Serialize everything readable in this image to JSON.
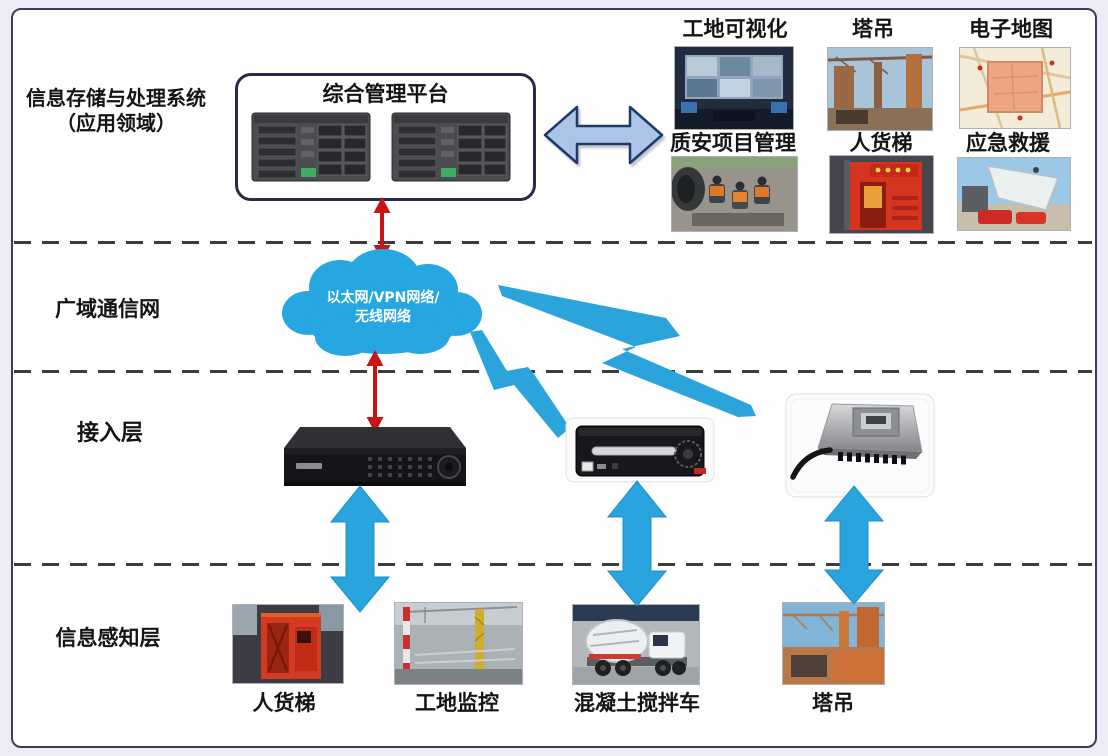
{
  "diagram": {
    "storage_layer": {
      "label_line1": "信息存储与处理系统",
      "label_line2": "（应用领域）"
    },
    "platform": {
      "title": "综合管理平台"
    },
    "wan_layer": {
      "label": "广域通信网",
      "cloud_line1": "以太网/VPN网络/",
      "cloud_line2": "无线网络"
    },
    "access_layer": {
      "label": "接入层"
    },
    "perception_layer": {
      "label": "信息感知层"
    },
    "applications": [
      {
        "label": "工地可视化"
      },
      {
        "label": "塔吊"
      },
      {
        "label": "电子地图"
      },
      {
        "label": "质安项目管理"
      },
      {
        "label": "人货梯"
      },
      {
        "label": "应急救援"
      }
    ],
    "sensors": [
      {
        "label": "人货梯"
      },
      {
        "label": "工地监控"
      },
      {
        "label": "混凝土搅拌车"
      },
      {
        "label": "塔吊"
      }
    ]
  },
  "colors": {
    "cloud_blue": "#27a7e1",
    "arrow_blue": "#2aa4df",
    "red_arrow": "#c81414",
    "h_arrow_fill": "#abc4e8",
    "h_arrow_stroke": "#203a68",
    "frame_border": "#413c5e",
    "dash": "#3c3c3c"
  }
}
